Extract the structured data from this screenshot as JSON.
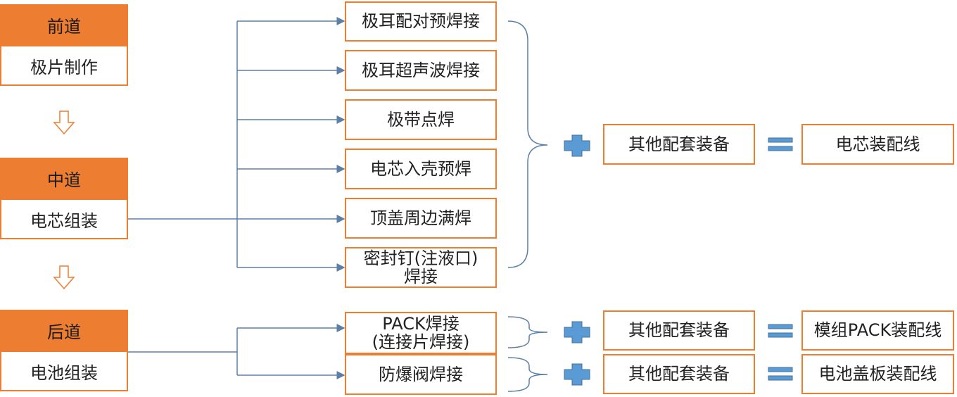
{
  "stages": [
    {
      "head": "前道",
      "body": "极片制作"
    },
    {
      "head": "中道",
      "body": "电芯组装"
    },
    {
      "head": "后道",
      "body": "电池组装"
    }
  ],
  "middle_processes": [
    "极耳配对预焊接",
    "极耳超声波焊接",
    "极带点焊",
    "电芯入壳预焊",
    "顶盖周边满焊",
    "密封钉(注液口)\n焊接"
  ],
  "back_processes": [
    "PACK焊接\n(连接片焊接)",
    "防爆阀焊接"
  ],
  "equipment_label": "其他配套装备",
  "results": [
    "电芯装配线",
    "模组PACK装配线",
    "电池盖板装配线"
  ],
  "colors": {
    "accent": "#ed7d31",
    "line": "#5b7fa6",
    "plus": "#5b9bd5"
  }
}
